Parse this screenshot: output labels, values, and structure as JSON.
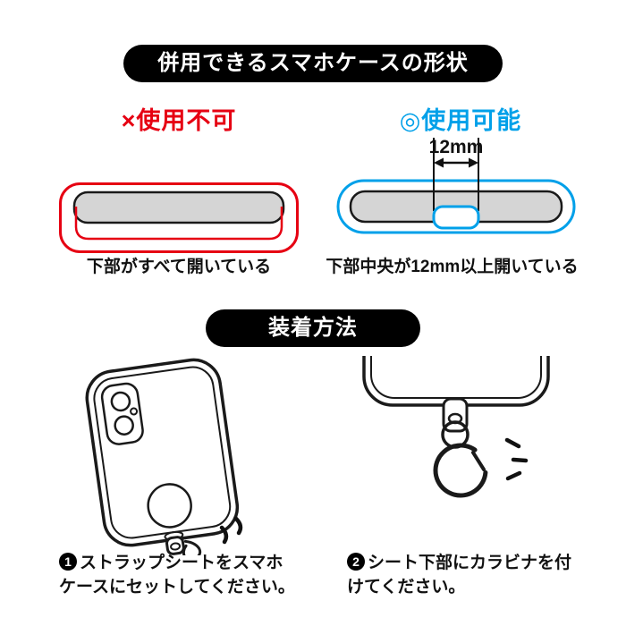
{
  "colors": {
    "red": "#e60012",
    "blue": "#00a0e9",
    "banner_bg": "#000000",
    "banner_text": "#ffffff",
    "case_gray": "#d5d5d5",
    "outline": "#1a1a1a"
  },
  "compat_section": {
    "banner": "併用できるスマホケースの形状",
    "not_usable": {
      "label": "×使用不可",
      "caption": "下部がすべて開いている"
    },
    "usable": {
      "label": "◎使用可能",
      "measurement": "12mm",
      "caption": "下部中央が12mm以上開いている"
    }
  },
  "attach_section": {
    "banner": "装着方法",
    "step1": {
      "num": "1",
      "line1": "ストラップシートをスマホ",
      "line2": "ケースにセットしてください。"
    },
    "step2": {
      "num": "2",
      "line1": "シート下部にカラビナを付",
      "line2": "けてください。"
    }
  }
}
